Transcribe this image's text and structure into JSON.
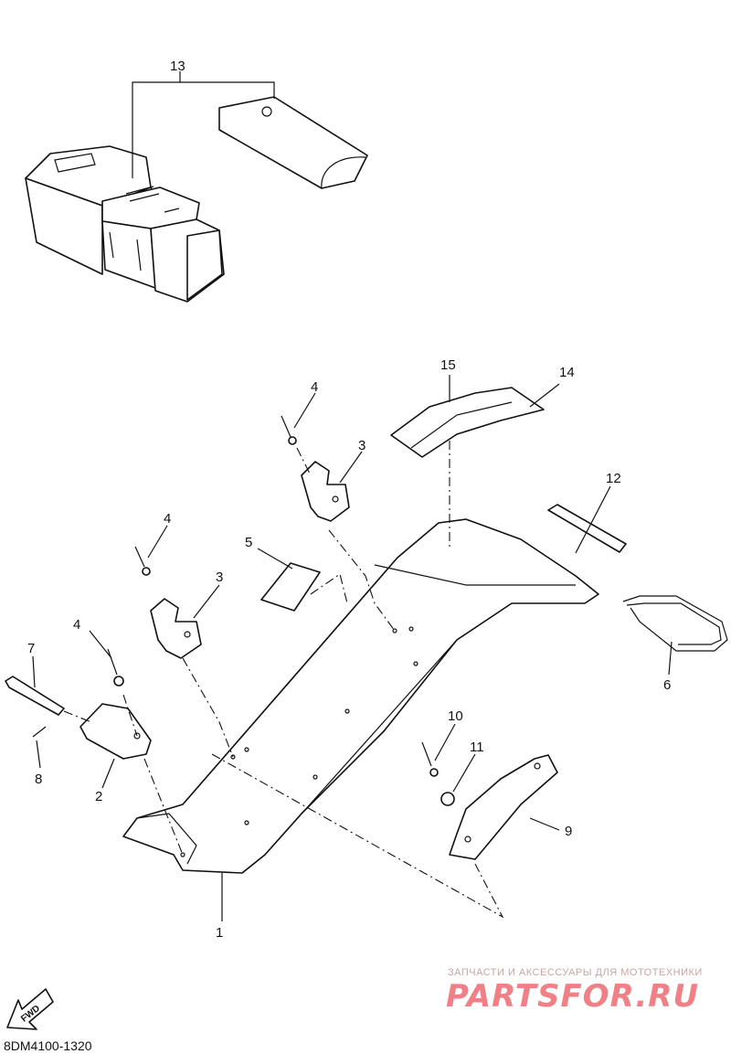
{
  "diagram": {
    "part_labels": {
      "p1": "1",
      "p2": "2",
      "p3a": "3",
      "p3b": "3",
      "p4a": "4",
      "p4b": "4",
      "p4c": "4",
      "p5": "5",
      "p6": "6",
      "p7": "7",
      "p8": "8",
      "p9": "9",
      "p10": "10",
      "p11": "11",
      "p12": "12",
      "p13": "13",
      "p14": "14",
      "p15": "15"
    },
    "fwd_label": "FWD",
    "diagram_code": "8DM4100-1320"
  },
  "watermark": {
    "subtitle": "ЗАПЧАСТИ И АКСЕССУАРЫ ДЛЯ МОТОТЕХНИКИ",
    "brand": "PARTSFOR.RU",
    "brand_color": "#f07f86"
  }
}
